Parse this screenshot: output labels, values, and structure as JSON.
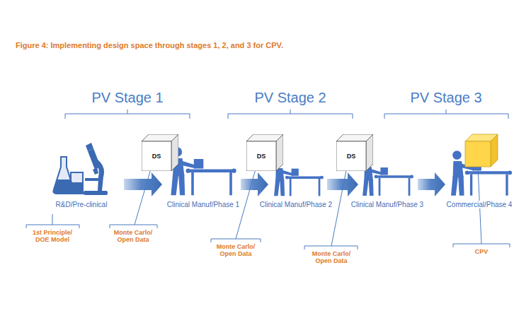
{
  "diagram": {
    "title": "Figure 4: Implementing design space through stages 1, 2, and 3 for CPV.",
    "nodes": [
      {
        "text": [
          "DS"
        ]
      },
      {
        "text": [
          "DS"
        ]
      },
      {
        "text": [
          "DS"
        ]
      }
    ],
    "labels": [
      "PV Stage 1",
      "PV Stage 2",
      "PV Stage 3",
      "R&D/Pre-clinical",
      "Clinical Manuf/Phase 1",
      "Clinical Manuf/Phase 2",
      "Clinical Manuf/Phase 3",
      "Commercial/Phase 4",
      "1st Principle/ DOE Model",
      "Monte Carlo/ Open Data",
      "Monte Carlo/ Open Data",
      "Monte Carlo/ Open Data",
      "CPV"
    ]
  }
}
